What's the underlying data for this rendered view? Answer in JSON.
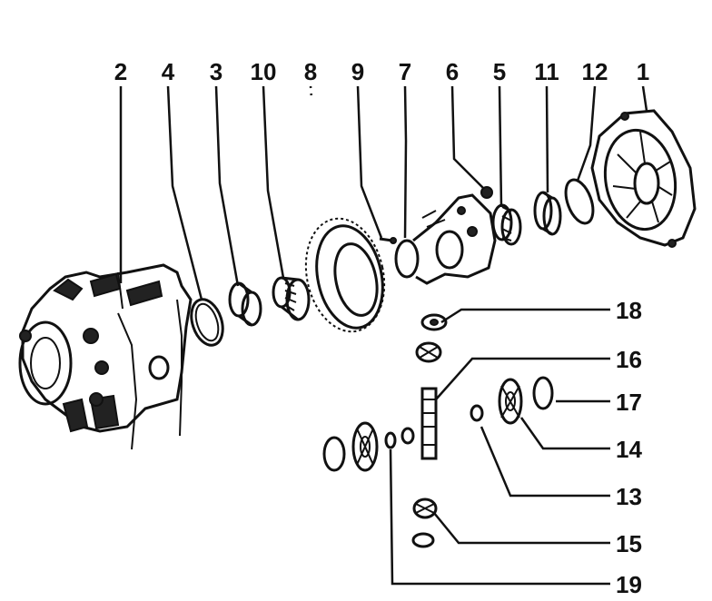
{
  "diagram": {
    "top_labels": [
      "2",
      "4",
      "3",
      "10",
      "8",
      "9",
      "7",
      "6",
      "5",
      "11",
      "12",
      "1"
    ],
    "right_labels": [
      "18",
      "16",
      "17",
      "14",
      "13",
      "15",
      "19"
    ]
  }
}
